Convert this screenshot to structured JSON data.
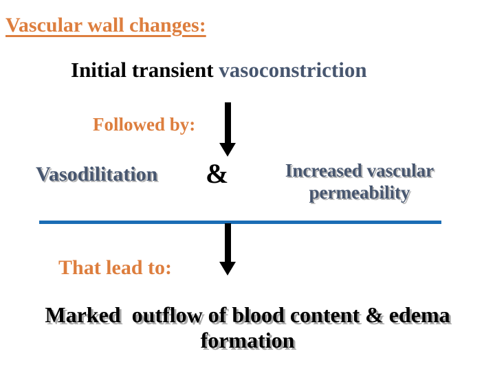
{
  "colors": {
    "orange": "#DD7E3E",
    "slate": "#47566F",
    "ink": "#000000",
    "lineblue": "#1A6CB5",
    "shadowgray": "#a8a8a8"
  },
  "title": "Vascular wall changes:",
  "main_line": {
    "prefix": "Initial transient ",
    "highlight": "vasoconstriction"
  },
  "followed_by": "Followed by:",
  "center_row": {
    "left_term": "Vasodilitation",
    "ampersand": "&",
    "right_term_line1": "Increased vascular",
    "right_term_line2": "permeability"
  },
  "that_lead_to": "That lead to:",
  "conclusion": {
    "line1": "Marked  outflow of blood content & edema",
    "line2": "formation"
  },
  "icons": {
    "arrow_1": "down-arrow",
    "arrow_2": "down-arrow"
  }
}
